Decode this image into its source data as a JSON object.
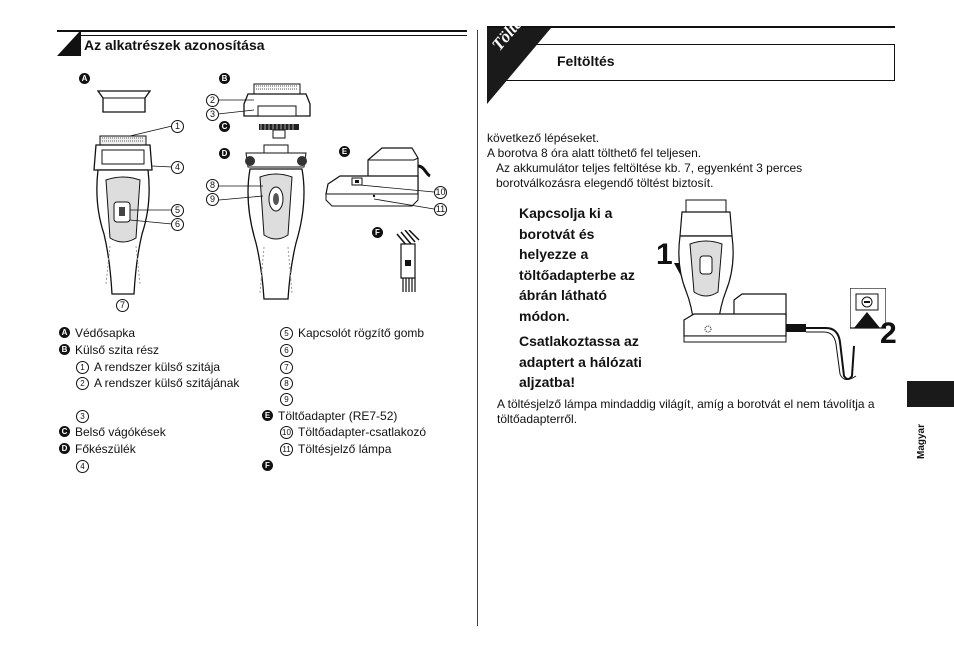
{
  "left": {
    "section_title": "Az alkatrészek azonosítása",
    "figure_badges": [
      "A",
      "B",
      "C",
      "D",
      "E",
      "F"
    ],
    "callouts": [
      "1",
      "2",
      "3",
      "4",
      "5",
      "6",
      "7",
      "8",
      "9",
      "10",
      "11"
    ],
    "legend": {
      "col1": [
        {
          "badge": "A",
          "text": "Védősapka"
        },
        {
          "badge": "B",
          "text": "Külső szita rész"
        },
        {
          "num": "1",
          "text": "A rendszer külső szitája"
        },
        {
          "num": "2",
          "text": "A rendszer külső szitájának"
        },
        {
          "num": "3",
          "text": ""
        },
        {
          "badge": "C",
          "text": "Belső vágókések"
        },
        {
          "badge": "D",
          "text": "Főkészülék"
        },
        {
          "num": "4",
          "text": ""
        }
      ],
      "col2": [
        {
          "num": "5",
          "text": "Kapcsolót rögzítő gomb"
        },
        {
          "num": "6",
          "text": ""
        },
        {
          "num": "7",
          "text": ""
        },
        {
          "num": "8",
          "text": ""
        },
        {
          "num": "9",
          "text": ""
        },
        {
          "badge": "E",
          "text": "Töltőadapter (RE7-52)"
        },
        {
          "num": "10",
          "text": "Töltőadapter-csatlakozó"
        },
        {
          "num": "11",
          "text": "Töltésjelző lámpa"
        },
        {
          "badge": "F",
          "text": ""
        }
      ]
    }
  },
  "right": {
    "tab_label": "Töltés",
    "section_title": "Feltöltés",
    "intro_lines": [
      "következő lépéseket.",
      "A borotva 8 óra alatt tölthető fel teljesen.",
      "Az akkumulátor teljes feltöltése kb. 7, egyenként 3 perces",
      "borotválkozásra elegendő töltést biztosít."
    ],
    "step1_lines": [
      "Kapcsolja ki a",
      "borotvát és",
      "helyezze a",
      "töltőadapterbe az",
      "ábrán látható",
      "módon."
    ],
    "step2_lines": [
      "Csatlakoztassa az",
      "adaptert a hálózati",
      "aljzatba!"
    ],
    "step1_number": "1",
    "step2_number": "2",
    "note_lines": [
      "A töltésjelző lámpa mindaddig világít, amíg a borotvát el nem távolítja a",
      "töltőadapterről."
    ],
    "language_tab": "Magyar"
  },
  "colors": {
    "ink": "#111111",
    "tab_bg": "#1a1a1a",
    "paper": "#ffffff"
  }
}
